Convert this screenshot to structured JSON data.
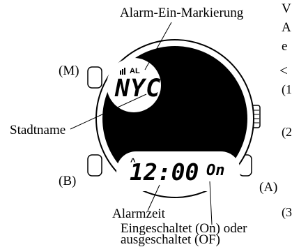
{
  "diagram": {
    "labels": {
      "alarm_on_marker": "Alarm-Ein-Markierung",
      "mode_button": "(M)",
      "city_name": "Stadtname",
      "b_button": "(B)",
      "a_button": "(A)",
      "alarm_time": "Alarmzeit",
      "on_off_line1": "Eingeschaltet (On) oder",
      "on_off_line2": "ausgeschaltet (OF)"
    },
    "display": {
      "indicator_text": "AL",
      "city_code": "NYC",
      "time_prefix_marker": "^",
      "time": "12:00",
      "on_off_state": "On"
    },
    "side_text": {
      "line1": "V",
      "line2": "A",
      "line3": "e",
      "line4": "<",
      "line5": "(1",
      "line6": "(2",
      "line7": "(3"
    }
  }
}
